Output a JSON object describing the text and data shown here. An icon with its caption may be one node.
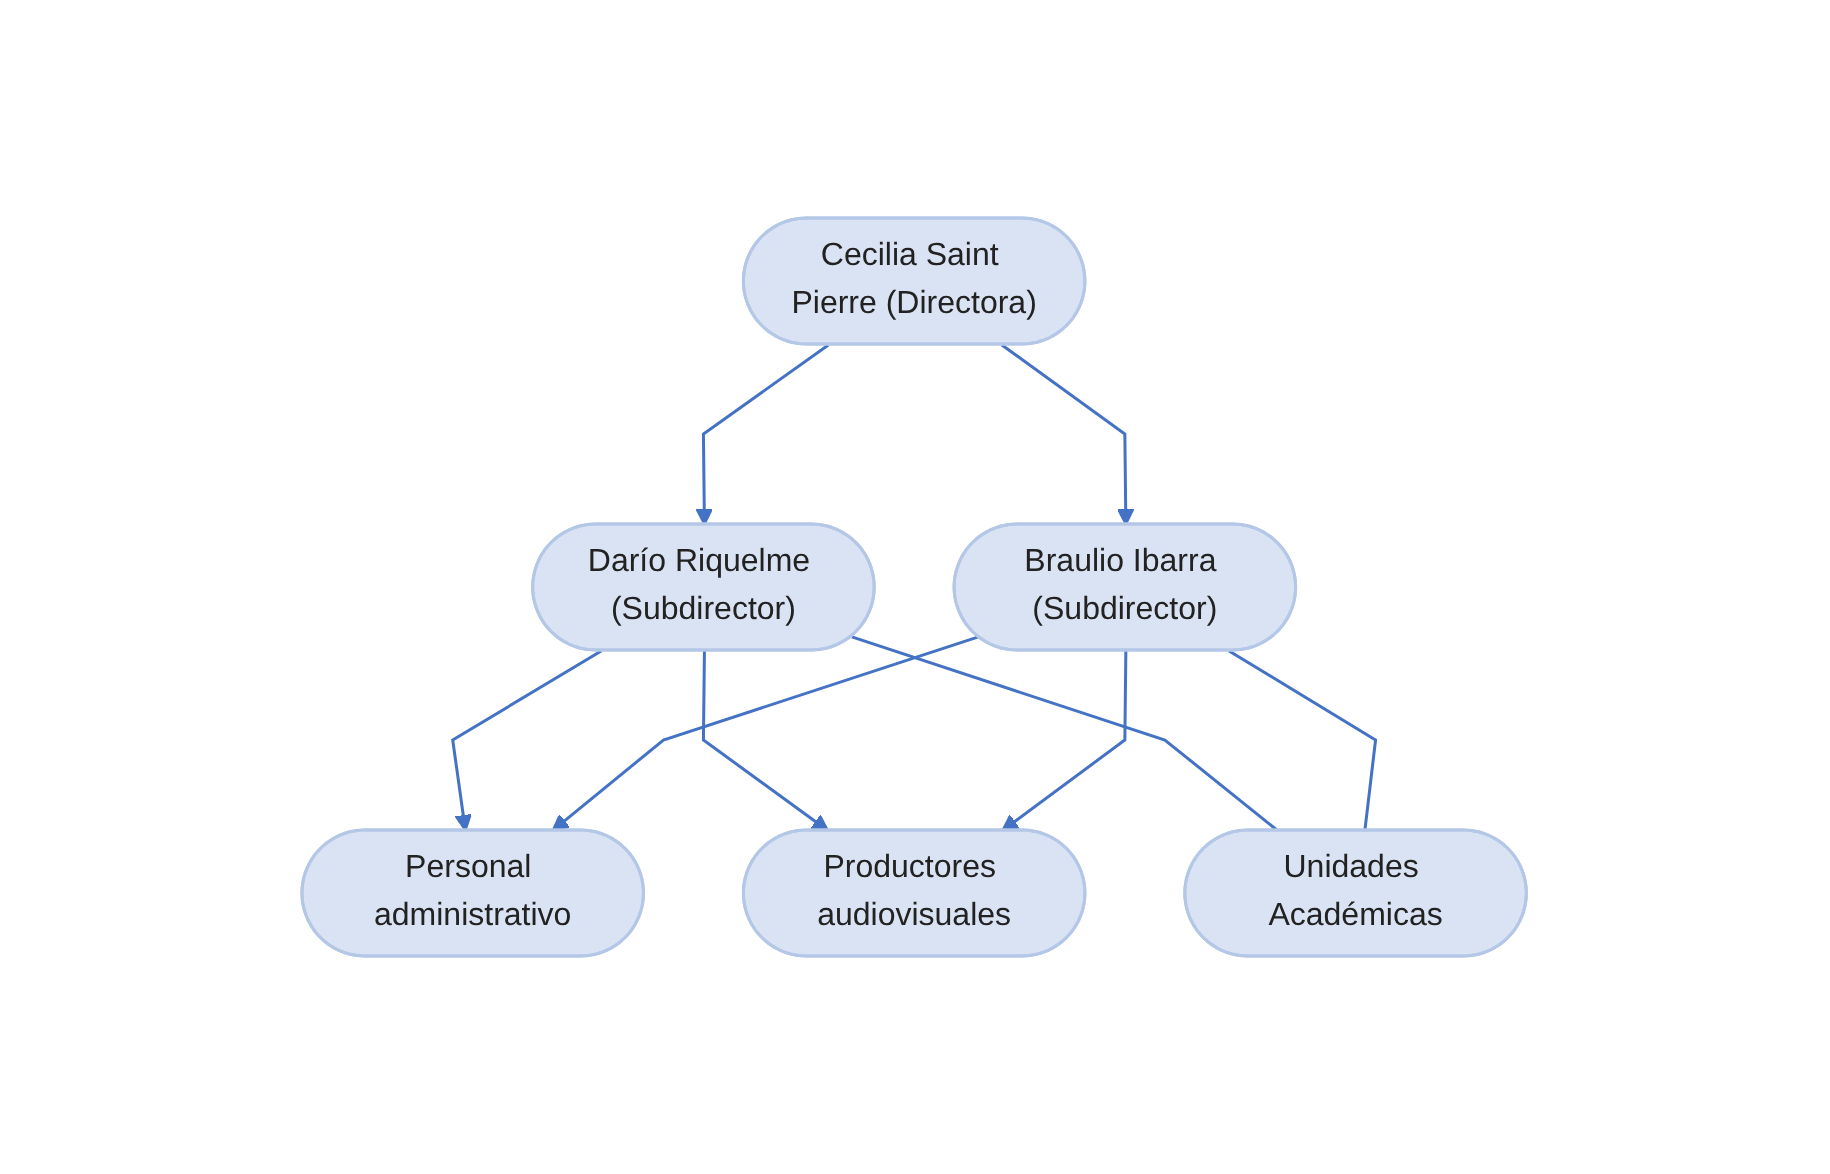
{
  "diagram": {
    "nodes": [
      {
        "text": [
          "Cecilia Saint Pierre (Directora)"
        ]
      },
      {
        "text": [
          "Darío Riquelme (Subdirector)"
        ]
      },
      {
        "text": [
          "Braulio Ibarra (Subdirector)"
        ]
      },
      {
        "text": [
          "Personal administrativo"
        ]
      },
      {
        "text": [
          "Productores audiovisuales"
        ]
      },
      {
        "text": [
          "Unidades Académicas"
        ]
      }
    ],
    "edges": [
      {
        "from": 0,
        "to": 1,
        "arrow": "to"
      },
      {
        "from": 0,
        "to": 2,
        "arrow": "to"
      },
      {
        "from": 1,
        "to": 3,
        "arrow": "to"
      },
      {
        "from": 1,
        "to": 4,
        "arrow": "to"
      },
      {
        "from": 1,
        "to": 5,
        "arrow": "none"
      },
      {
        "from": 2,
        "to": 3,
        "arrow": "to"
      },
      {
        "from": 2,
        "to": 4,
        "arrow": "to"
      },
      {
        "from": 2,
        "to": 5,
        "arrow": "none"
      }
    ]
  }
}
